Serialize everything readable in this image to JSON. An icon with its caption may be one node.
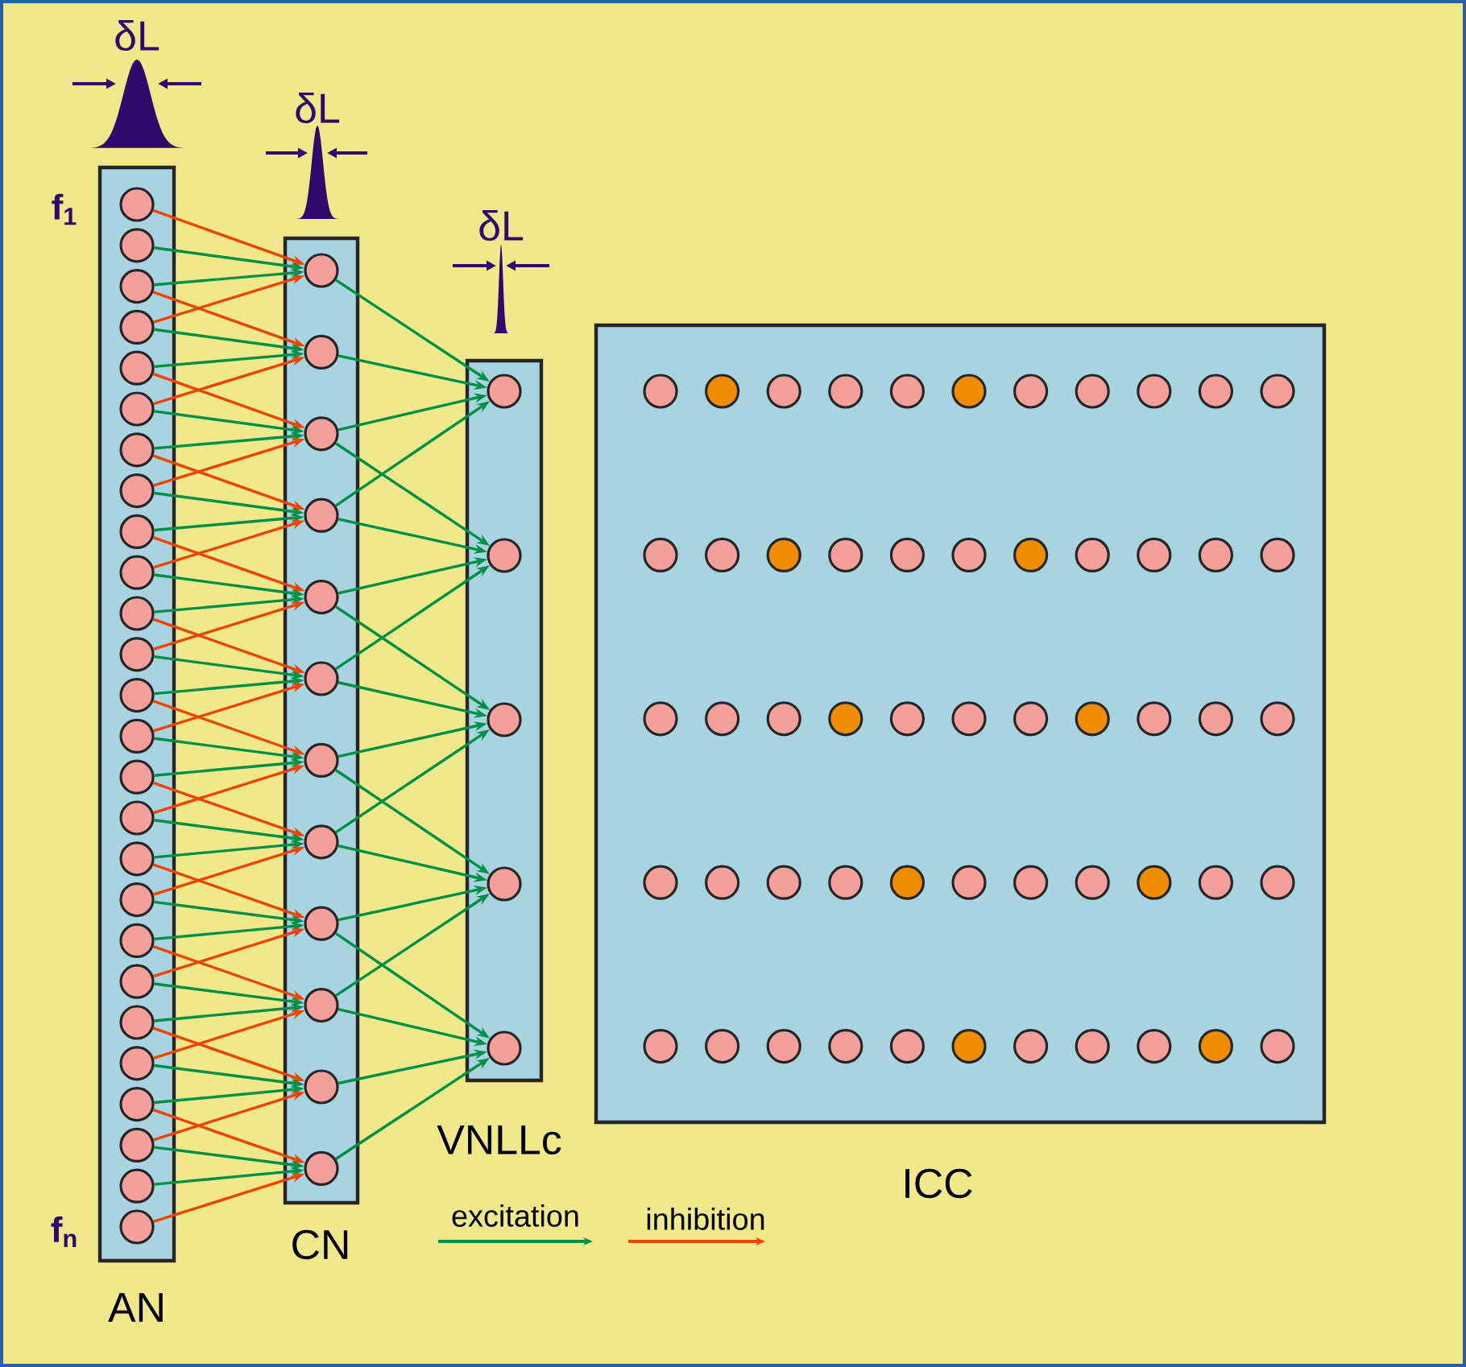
{
  "diagram": {
    "nodes": [
      {
        "text": [
          "AN"
        ]
      },
      {
        "text": [],
        "shape": "circle",
        "in": 0
      },
      {
        "text": [],
        "shape": "circle",
        "in": 0
      },
      {
        "text": [],
        "shape": "circle",
        "in": 0
      },
      {
        "text": [],
        "shape": "circle",
        "in": 0
      },
      {
        "text": [],
        "shape": "circle",
        "in": 0
      },
      {
        "text": [],
        "shape": "circle",
        "in": 0
      },
      {
        "text": [],
        "shape": "circle",
        "in": 0
      },
      {
        "text": [],
        "shape": "circle",
        "in": 0
      },
      {
        "text": [],
        "shape": "circle",
        "in": 0
      },
      {
        "text": [],
        "shape": "circle",
        "in": 0
      },
      {
        "text": [],
        "shape": "circle",
        "in": 0
      },
      {
        "text": [],
        "shape": "circle",
        "in": 0
      },
      {
        "text": [],
        "shape": "circle",
        "in": 0
      },
      {
        "text": [],
        "shape": "circle",
        "in": 0
      },
      {
        "text": [],
        "shape": "circle",
        "in": 0
      },
      {
        "text": [],
        "shape": "circle",
        "in": 0
      },
      {
        "text": [],
        "shape": "circle",
        "in": 0
      },
      {
        "text": [],
        "shape": "circle",
        "in": 0
      },
      {
        "text": [],
        "shape": "circle",
        "in": 0
      },
      {
        "text": [],
        "shape": "circle",
        "in": 0
      },
      {
        "text": [],
        "shape": "circle",
        "in": 0
      },
      {
        "text": [],
        "shape": "circle",
        "in": 0
      },
      {
        "text": [],
        "shape": "circle",
        "in": 0
      },
      {
        "text": [],
        "shape": "circle",
        "in": 0
      },
      {
        "text": [],
        "shape": "circle",
        "in": 0
      },
      {
        "text": [],
        "shape": "circle",
        "in": 0
      },
      {
        "text": [
          "CN"
        ]
      },
      {
        "text": [],
        "shape": "circle",
        "in": 27
      },
      {
        "text": [],
        "shape": "circle",
        "in": 27
      },
      {
        "text": [],
        "shape": "circle",
        "in": 27
      },
      {
        "text": [],
        "shape": "circle",
        "in": 27
      },
      {
        "text": [],
        "shape": "circle",
        "in": 27
      },
      {
        "text": [],
        "shape": "circle",
        "in": 27
      },
      {
        "text": [],
        "shape": "circle",
        "in": 27
      },
      {
        "text": [],
        "shape": "circle",
        "in": 27
      },
      {
        "text": [],
        "shape": "circle",
        "in": 27
      },
      {
        "text": [],
        "shape": "circle",
        "in": 27
      },
      {
        "text": [],
        "shape": "circle",
        "in": 27
      },
      {
        "text": [],
        "shape": "circle",
        "in": 27
      },
      {
        "text": [
          "VNLLc"
        ]
      },
      {
        "text": [],
        "shape": "circle",
        "in": 40
      },
      {
        "text": [],
        "shape": "circle",
        "in": 40
      },
      {
        "text": [],
        "shape": "circle",
        "in": 40
      },
      {
        "text": [],
        "shape": "circle",
        "in": 40
      },
      {
        "text": [],
        "shape": "circle",
        "in": 40
      },
      {
        "text": [
          "ICC"
        ]
      },
      {
        "text": [],
        "shape": "circle",
        "in": 46
      },
      {
        "text": [],
        "shape": "circle",
        "in": 46
      },
      {
        "text": [],
        "shape": "circle",
        "in": 46
      },
      {
        "text": [],
        "shape": "circle",
        "in": 46
      },
      {
        "text": [],
        "shape": "circle",
        "in": 46
      },
      {
        "text": [],
        "shape": "circle",
        "in": 46
      },
      {
        "text": [],
        "shape": "circle",
        "in": 46
      },
      {
        "text": [],
        "shape": "circle",
        "in": 46
      },
      {
        "text": [],
        "shape": "circle",
        "in": 46
      },
      {
        "text": [],
        "shape": "circle",
        "in": 46
      },
      {
        "text": [],
        "shape": "circle",
        "in": 46
      },
      {
        "text": [],
        "shape": "circle",
        "in": 46
      },
      {
        "text": [],
        "shape": "circle",
        "in": 46
      },
      {
        "text": [],
        "shape": "circle",
        "in": 46
      },
      {
        "text": [],
        "shape": "circle",
        "in": 46
      },
      {
        "text": [],
        "shape": "circle",
        "in": 46
      },
      {
        "text": [],
        "shape": "circle",
        "in": 46
      },
      {
        "text": [],
        "shape": "circle",
        "in": 46
      },
      {
        "text": [],
        "shape": "circle",
        "in": 46
      },
      {
        "text": [],
        "shape": "circle",
        "in": 46
      },
      {
        "text": [],
        "shape": "circle",
        "in": 46
      },
      {
        "text": [],
        "shape": "circle",
        "in": 46
      },
      {
        "text": [],
        "shape": "circle",
        "in": 46
      },
      {
        "text": [],
        "shape": "circle",
        "in": 46
      },
      {
        "text": [],
        "shape": "circle",
        "in": 46
      },
      {
        "text": [],
        "shape": "circle",
        "in": 46
      },
      {
        "text": [],
        "shape": "circle",
        "in": 46
      },
      {
        "text": [],
        "shape": "circle",
        "in": 46
      },
      {
        "text": [],
        "shape": "circle",
        "in": 46
      },
      {
        "text": [],
        "shape": "circle",
        "in": 46
      },
      {
        "text": [],
        "shape": "circle",
        "in": 46
      },
      {
        "text": [],
        "shape": "circle",
        "in": 46
      },
      {
        "text": [],
        "shape": "circle",
        "in": 46
      },
      {
        "text": [],
        "shape": "circle",
        "in": 46
      },
      {
        "text": [],
        "shape": "circle",
        "in": 46
      },
      {
        "text": [],
        "shape": "circle",
        "in": 46
      },
      {
        "text": [],
        "shape": "circle",
        "in": 46
      },
      {
        "text": [],
        "shape": "circle",
        "in": 46
      },
      {
        "text": [],
        "shape": "circle",
        "in": 46
      },
      {
        "text": [],
        "shape": "circle",
        "in": 46
      },
      {
        "text": [],
        "shape": "circle",
        "in": 46
      },
      {
        "text": [],
        "shape": "circle",
        "in": 46
      },
      {
        "text": [],
        "shape": "circle",
        "in": 46
      },
      {
        "text": [],
        "shape": "circle",
        "in": 46
      },
      {
        "text": [],
        "shape": "circle",
        "in": 46
      },
      {
        "text": [],
        "shape": "circle",
        "in": 46
      },
      {
        "text": [],
        "shape": "circle",
        "in": 46
      },
      {
        "text": [],
        "shape": "circle",
        "in": 46
      },
      {
        "text": [],
        "shape": "circle",
        "in": 46
      },
      {
        "text": [],
        "shape": "circle",
        "in": 46
      },
      {
        "text": [],
        "shape": "circle",
        "in": 46
      },
      {
        "text": [],
        "shape": "circle",
        "in": 46
      },
      {
        "text": [],
        "shape": "circle",
        "in": 46
      },
      {
        "text": [],
        "shape": "circle",
        "in": 46
      },
      {
        "text": [],
        "shape": "circle",
        "in": 46
      }
    ],
    "edges": [
      {
        "from": 1,
        "to": 28,
        "arrow": "to",
        "color": "#ee4400"
      },
      {
        "from": 2,
        "to": 28,
        "arrow": "to"
      },
      {
        "from": 3,
        "to": 28,
        "arrow": "to"
      },
      {
        "from": 4,
        "to": 28,
        "arrow": "to",
        "color": "#ee4400"
      },
      {
        "from": 3,
        "to": 29,
        "arrow": "to",
        "color": "#ee4400"
      },
      {
        "from": 4,
        "to": 29,
        "arrow": "to"
      },
      {
        "from": 5,
        "to": 29,
        "arrow": "to"
      },
      {
        "from": 6,
        "to": 29,
        "arrow": "to",
        "color": "#ee4400"
      },
      {
        "from": 5,
        "to": 30,
        "arrow": "to",
        "color": "#ee4400"
      },
      {
        "from": 6,
        "to": 30,
        "arrow": "to"
      },
      {
        "from": 7,
        "to": 30,
        "arrow": "to"
      },
      {
        "from": 8,
        "to": 30,
        "arrow": "to",
        "color": "#ee4400"
      },
      {
        "from": 7,
        "to": 31,
        "arrow": "to",
        "color": "#ee4400"
      },
      {
        "from": 8,
        "to": 31,
        "arrow": "to"
      },
      {
        "from": 9,
        "to": 31,
        "arrow": "to"
      },
      {
        "from": 10,
        "to": 31,
        "arrow": "to",
        "color": "#ee4400"
      },
      {
        "from": 9,
        "to": 32,
        "arrow": "to",
        "color": "#ee4400"
      },
      {
        "from": 10,
        "to": 32,
        "arrow": "to"
      },
      {
        "from": 11,
        "to": 32,
        "arrow": "to"
      },
      {
        "from": 12,
        "to": 32,
        "arrow": "to",
        "color": "#ee4400"
      },
      {
        "from": 11,
        "to": 33,
        "arrow": "to",
        "color": "#ee4400"
      },
      {
        "from": 12,
        "to": 33,
        "arrow": "to"
      },
      {
        "from": 13,
        "to": 33,
        "arrow": "to"
      },
      {
        "from": 14,
        "to": 33,
        "arrow": "to",
        "color": "#ee4400"
      },
      {
        "from": 13,
        "to": 34,
        "arrow": "to",
        "color": "#ee4400"
      },
      {
        "from": 14,
        "to": 34,
        "arrow": "to"
      },
      {
        "from": 15,
        "to": 34,
        "arrow": "to"
      },
      {
        "from": 16,
        "to": 34,
        "arrow": "to",
        "color": "#ee4400"
      },
      {
        "from": 15,
        "to": 35,
        "arrow": "to",
        "color": "#ee4400"
      },
      {
        "from": 16,
        "to": 35,
        "arrow": "to"
      },
      {
        "from": 17,
        "to": 35,
        "arrow": "to"
      },
      {
        "from": 18,
        "to": 35,
        "arrow": "to",
        "color": "#ee4400"
      },
      {
        "from": 17,
        "to": 36,
        "arrow": "to",
        "color": "#ee4400"
      },
      {
        "from": 18,
        "to": 36,
        "arrow": "to"
      },
      {
        "from": 19,
        "to": 36,
        "arrow": "to"
      },
      {
        "from": 20,
        "to": 36,
        "arrow": "to",
        "color": "#ee4400"
      },
      {
        "from": 19,
        "to": 37,
        "arrow": "to",
        "color": "#ee4400"
      },
      {
        "from": 20,
        "to": 37,
        "arrow": "to"
      },
      {
        "from": 21,
        "to": 37,
        "arrow": "to"
      },
      {
        "from": 22,
        "to": 37,
        "arrow": "to",
        "color": "#ee4400"
      },
      {
        "from": 21,
        "to": 38,
        "arrow": "to",
        "color": "#ee4400"
      },
      {
        "from": 22,
        "to": 38,
        "arrow": "to"
      },
      {
        "from": 23,
        "to": 38,
        "arrow": "to"
      },
      {
        "from": 24,
        "to": 38,
        "arrow": "to",
        "color": "#ee4400"
      },
      {
        "from": 23,
        "to": 39,
        "arrow": "to",
        "color": "#ee4400"
      },
      {
        "from": 24,
        "to": 39,
        "arrow": "to"
      },
      {
        "from": 25,
        "to": 39,
        "arrow": "to"
      },
      {
        "from": 26,
        "to": 39,
        "arrow": "to",
        "color": "#ee4400"
      },
      {
        "from": 28,
        "to": 41,
        "arrow": "to"
      },
      {
        "from": 29,
        "to": 41,
        "arrow": "to"
      },
      {
        "from": 30,
        "to": 41,
        "arrow": "to"
      },
      {
        "from": 31,
        "to": 41,
        "arrow": "to"
      },
      {
        "from": 30,
        "to": 42,
        "arrow": "to"
      },
      {
        "from": 31,
        "to": 42,
        "arrow": "to"
      },
      {
        "from": 32,
        "to": 42,
        "arrow": "to"
      },
      {
        "from": 33,
        "to": 42,
        "arrow": "to"
      },
      {
        "from": 32,
        "to": 43,
        "arrow": "to"
      },
      {
        "from": 33,
        "to": 43,
        "arrow": "to"
      },
      {
        "from": 34,
        "to": 43,
        "arrow": "to"
      },
      {
        "from": 35,
        "to": 43,
        "arrow": "to"
      },
      {
        "from": 34,
        "to": 44,
        "arrow": "to"
      },
      {
        "from": 35,
        "to": 44,
        "arrow": "to"
      },
      {
        "from": 36,
        "to": 44,
        "arrow": "to"
      },
      {
        "from": 37,
        "to": 44,
        "arrow": "to"
      },
      {
        "from": 36,
        "to": 45,
        "arrow": "to"
      },
      {
        "from": 37,
        "to": 45,
        "arrow": "to"
      },
      {
        "from": 38,
        "to": 45,
        "arrow": "to"
      },
      {
        "from": 39,
        "to": 45,
        "arrow": "to"
      }
    ],
    "labels": [
      "δL",
      "δL",
      "f$_{1}$",
      "δL",
      "f$_{n}$"
    ],
    "legend": [
      {
        "text": "excitation"
      },
      {
        "text": "inhibition"
      }
    ]
  }
}
